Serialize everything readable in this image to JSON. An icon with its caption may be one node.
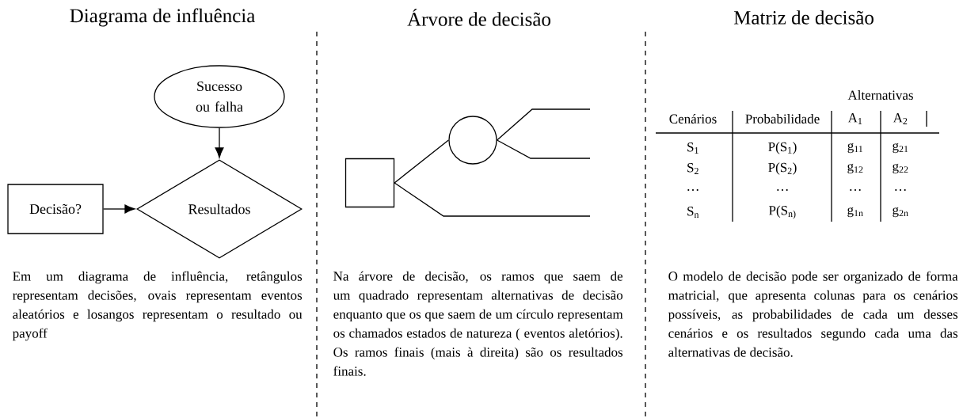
{
  "diagram": {
    "nodes": [
      {
        "text": [
          "Sucesso ou falha"
        ]
      },
      {
        "text": [
          "Decisão?"
        ]
      },
      {
        "text": [
          "Resultados"
        ]
      },
      {
        "text": [],
        "shape": "box"
      },
      {
        "text": [],
        "shape": "circle"
      }
    ],
    "edges": [
      {
        "from": 0,
        "to": 2,
        "arrow": "to"
      },
      {
        "from": 1,
        "to": 2,
        "arrow": "to"
      },
      {
        "from": 3,
        "to": 4,
        "arrow": "none"
      },
      {
        "from": 4,
        "to": null,
        "arrow": "none"
      },
      {
        "from": 4,
        "to": null,
        "arrow": "none"
      },
      {
        "from": 3,
        "to": null,
        "arrow": "none"
      }
    ],
    "labels": [
      "Diagrama de influência",
      "Árvore de decisão",
      "Matriz de decisão",
      "Alternativas",
      "Cenários",
      "Probabilidade",
      "A$_{1}$",
      "A$_{2}$",
      "S$_{1}$",
      "P(S$_{1}$)",
      "g$_{11}$",
      "g$_{21}$",
      "S$_{2}$",
      "P(S$_{2}$)",
      "g$_{12}$",
      "g$_{22}$",
      "…",
      "…",
      "…",
      "…",
      "S$_{n}$",
      "P(S$_{n)}$",
      "g$_{1n}$",
      "g$_{2n}$",
      "Em um diagrama de influência, retângulos representam decisões, ovais representam eventos aleatórios e losangos representam o resultado ou payoff",
      "Na árvore de decisão, os ramos que saem de um quadrado representam alternativas de decisão enquanto que os que saem de um círculo representam os chamados estados de natureza ( eventos aletórios). Os ramos finais (mais à direita) são os resultados finais.",
      "O modelo de decisão pode ser organizado de forma matricial, que apresenta colunas para os cenários possíveis, as probabilidades de cada um desses cenários e os resultados segundo cada uma das alternativas de decisão."
    ]
  }
}
